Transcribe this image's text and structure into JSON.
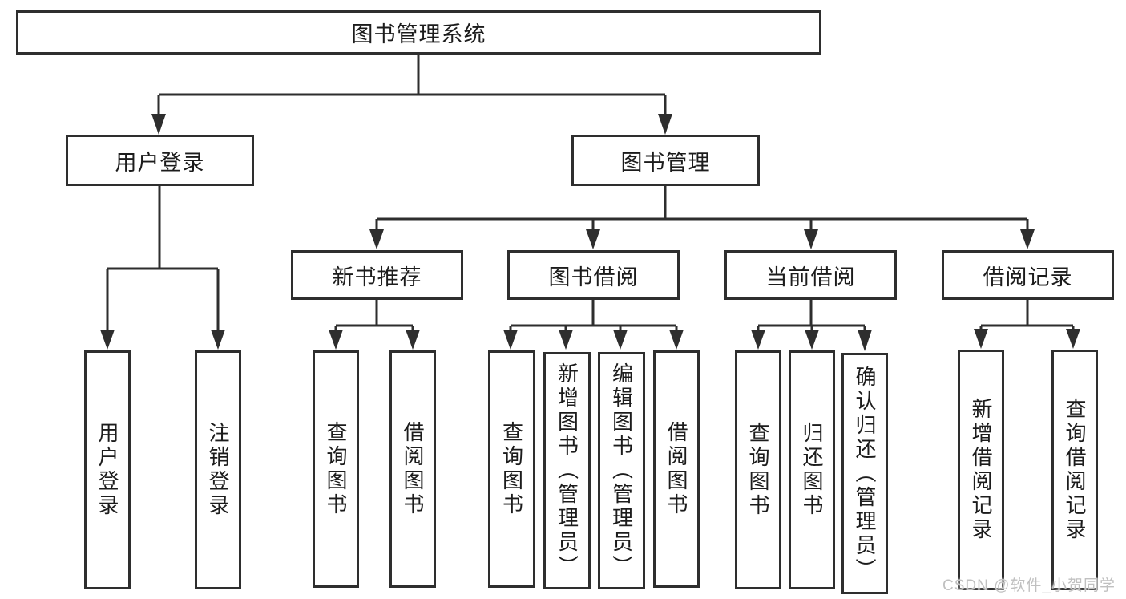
{
  "colors": {
    "line": "#2e2e2e",
    "box_border": "#2e2e2e",
    "text": "#1c1c1c",
    "watermark_text": "#c0c0c0",
    "background": "#ffffff"
  },
  "root": {
    "label": "图书管理系统"
  },
  "level2": [
    {
      "label": "用户登录"
    },
    {
      "label": "图书管理"
    }
  ],
  "level3": [
    {
      "label": "新书推荐"
    },
    {
      "label": "图书借阅"
    },
    {
      "label": "当前借阅"
    },
    {
      "label": "借阅记录"
    }
  ],
  "leaves": {
    "login": [
      "用户登录",
      "注销登录"
    ],
    "recommend": [
      "查询图书",
      "借阅图书"
    ],
    "borrow": [
      "查询图书",
      "新增图书（管理员）",
      "编辑图书（管理员）",
      "借阅图书"
    ],
    "current": [
      "查询图书",
      "归还图书",
      "确认归还（管理员）"
    ],
    "records": [
      "新增借阅记录",
      "查询借阅记录"
    ]
  },
  "watermark": "CSDN @软件_小贺同学"
}
